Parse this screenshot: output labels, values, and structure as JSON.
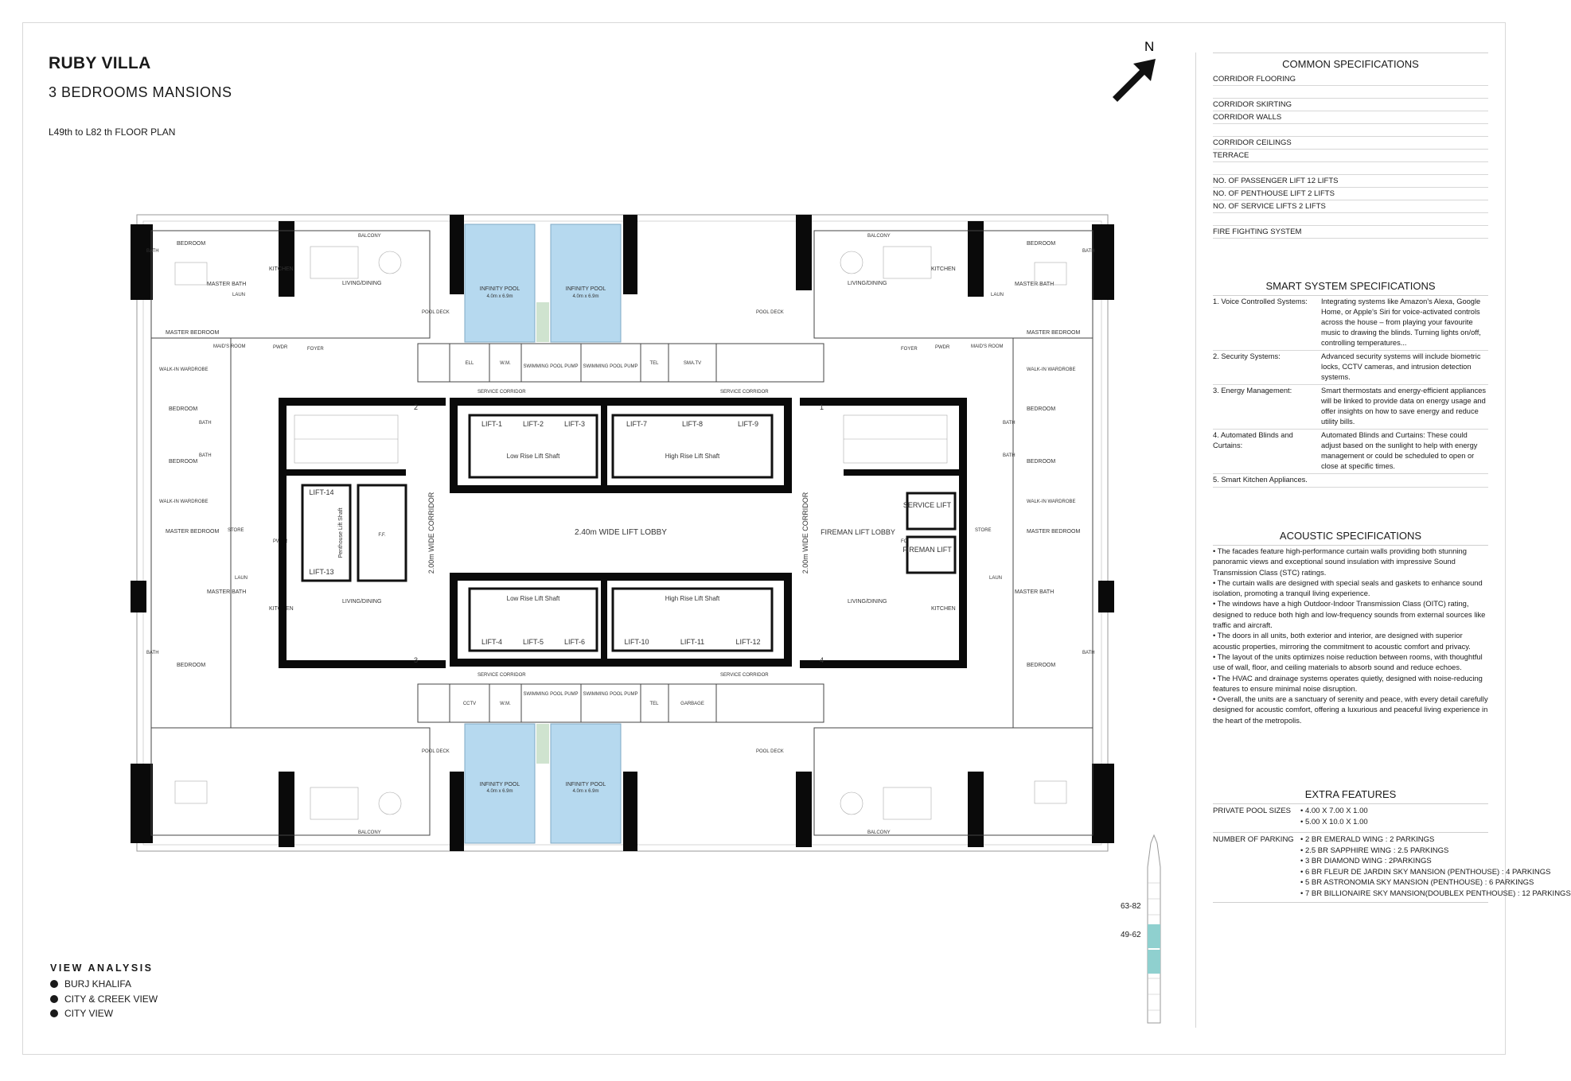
{
  "header": {
    "title": "RUBY VILLA",
    "subtitle": "3 BEDROOMS MANSIONS",
    "floor_range": "L49th to L82 th FLOOR PLAN"
  },
  "north_label": "N",
  "common_specifications": {
    "title": "COMMON SPECIFICATIONS",
    "rows": [
      {
        "label": "CORRIDOR FLOORING",
        "gap_after": true
      },
      {
        "label": "CORRIDOR SKIRTING",
        "gap_after": false
      },
      {
        "label": "CORRIDOR WALLS",
        "gap_after": true
      },
      {
        "label": "CORRIDOR CEILINGS",
        "gap_after": false
      },
      {
        "label": "TERRACE",
        "gap_after": true
      },
      {
        "label": "NO. OF PASSENGER LIFT  12 LIFTS",
        "gap_after": false
      },
      {
        "label": "NO. OF PENTHOUSE LIFT  2 LIFTS",
        "gap_after": false
      },
      {
        "label": "NO. OF SERVICE LIFTS      2 LIFTS",
        "gap_after": true
      },
      {
        "label": "FIRE FIGHTING SYSTEM",
        "gap_after": false
      }
    ]
  },
  "smart_system_specifications": {
    "title": "SMART SYSTEM SPECIFICATIONS",
    "items": [
      {
        "label": "1.  Voice Controlled Systems:",
        "text": "Integrating systems like Amazon's Alexa, Google Home, or Apple's Siri for voice-activated controls across the house – from playing your favourite music to drawing the blinds. Turning lights on/off, controlling temperatures..."
      },
      {
        "label": "2.  Security Systems:",
        "text": "Advanced security systems will include biometric locks, CCTV cameras, and intrusion detection systems."
      },
      {
        "label": "3.  Energy Management:",
        "text": "Smart thermostats and energy-efficient appliances will be linked to provide data on energy usage and offer insights on how to save energy and reduce utility bills."
      },
      {
        "label": "4.  Automated Blinds and Curtains:",
        "text": "Automated Blinds and Curtains: These could adjust based on the sunlight to help with energy management or could be scheduled to open or close at specific times."
      },
      {
        "label": "5.  Smart Kitchen Appliances.",
        "text": ""
      }
    ]
  },
  "acoustic_specifications": {
    "title": "ACOUSTIC SPECIFICATIONS",
    "text": "•  The facades feature high-performance curtain walls providing both stunning panoramic views and exceptional sound insulation with impressive Sound Transmission Class (STC) ratings.\n•  The curtain walls are designed with special seals and gaskets to enhance sound isolation, promoting a tranquil living experience.\n•  The windows have a high Outdoor-Indoor Transmission Class (OITC) rating, designed to reduce both high and low-frequency sounds from external sources like traffic and aircraft.\n•  The doors in all units, both exterior and interior, are designed with superior acoustic properties, mirroring the commitment to acoustic comfort and privacy.\n•  The layout of the units optimizes noise reduction between rooms, with thoughtful use of wall, floor, and ceiling materials to absorb sound and reduce echoes.\n•  The HVAC and drainage systems operates quietly, designed with noise-reducing features to ensure minimal noise disruption.\n•  Overall, the units are a sanctuary of serenity and peace, with every detail carefully designed for acoustic comfort, offering a luxurious and peaceful living experience in the heart of the metropolis."
  },
  "extra_features": {
    "title": "EXTRA FEATURES",
    "pool_label": "PRIVATE POOL SIZES",
    "pool_sizes": [
      "•  4.00 X 7.00 X 1.00",
      "•  5.00 X 10.0 X 1.00"
    ],
    "parking_label": "NUMBER OF PARKING",
    "parking": [
      "•  2 BR EMERALD WING : 2 PARKINGS",
      "•  2.5 BR SAPPHIRE WING : 2.5 PARKINGS",
      "•  3 BR DIAMOND WING : 2PARKINGS",
      "•  6 BR FLEUR DE JARDIN SKY MANSION (PENTHOUSE) : 4 PARKINGS",
      "•  5 BR ASTRONOMIA SKY MANSION (PENTHOUSE) : 6 PARKINGS",
      "•  7 BR BILLIONAIRE SKY MANSION(DOUBLEX PENTHOUSE) : 12 PARKINGS"
    ]
  },
  "tower_levels": {
    "upper": "63-82",
    "lower": "49-62"
  },
  "view_analysis": {
    "title": "VIEW ANALYSIS",
    "items": [
      "BURJ KHALIFA",
      "CITY & CREEK VIEW",
      "CITY VIEW"
    ]
  },
  "plan": {
    "lobby": "2.40m WIDE LIFT LOBBY",
    "corridor_left": "2.00m WIDE CORRIDOR",
    "corridor_right": "2.00m WIDE CORRIDOR",
    "low_rise_top": "Low Rise Lift Shaft",
    "high_rise_top": "High Rise Lift Shaft",
    "low_rise_bottom": "Low Rise Lift Shaft",
    "high_rise_bottom": "High Rise Lift Shaft",
    "lifts_top": [
      "LIFT-1",
      "LIFT-2",
      "LIFT-3",
      "LIFT-7",
      "LIFT-8",
      "LIFT-9"
    ],
    "lifts_bottom": [
      "LIFT-4",
      "LIFT-5",
      "LIFT-6",
      "LIFT-10",
      "LIFT-11",
      "LIFT-12"
    ],
    "lift_14": "LIFT-14",
    "lift_13": "LIFT-13",
    "penthouse_shaft": "Penthouse Lift Shaft",
    "service_lift": "SERVICE LIFT",
    "fireman_lift": "FIREMAN LIFT",
    "fireman_lobby": "FIREMAN LIFT LOBBY",
    "infinity_pool": "INFINITY POOL",
    "pool_size": "4.0m x 6.9m",
    "pool_deck": "POOL DECK",
    "balcony": "BALCONY",
    "bedroom": "BEDROOM",
    "master_bedroom": "MASTER BEDROOM",
    "kitchen": "KITCHEN",
    "living": "LIVING/DINING",
    "bath": "BATH",
    "master_bath": "MASTER BATH",
    "maids_room": "MAID'S ROOM",
    "store": "STORE",
    "pwdr": "PWDR",
    "foyer": "FOYER",
    "laun": "LAUN",
    "walkin": "WALK-IN WARDROBE",
    "service_corridor": "SERVICE CORRIDOR",
    "swimming_pump": "SWIMMING POOL PUMP",
    "ell": "ELL",
    "wm": "W.M.",
    "tel": "TEL",
    "smatv": "SMA.TV",
    "cctv": "CCTV",
    "garbage": "GARBAGE",
    "ff": "F.F.",
    "stair_nums": [
      "2",
      "1",
      "3",
      "4"
    ]
  }
}
